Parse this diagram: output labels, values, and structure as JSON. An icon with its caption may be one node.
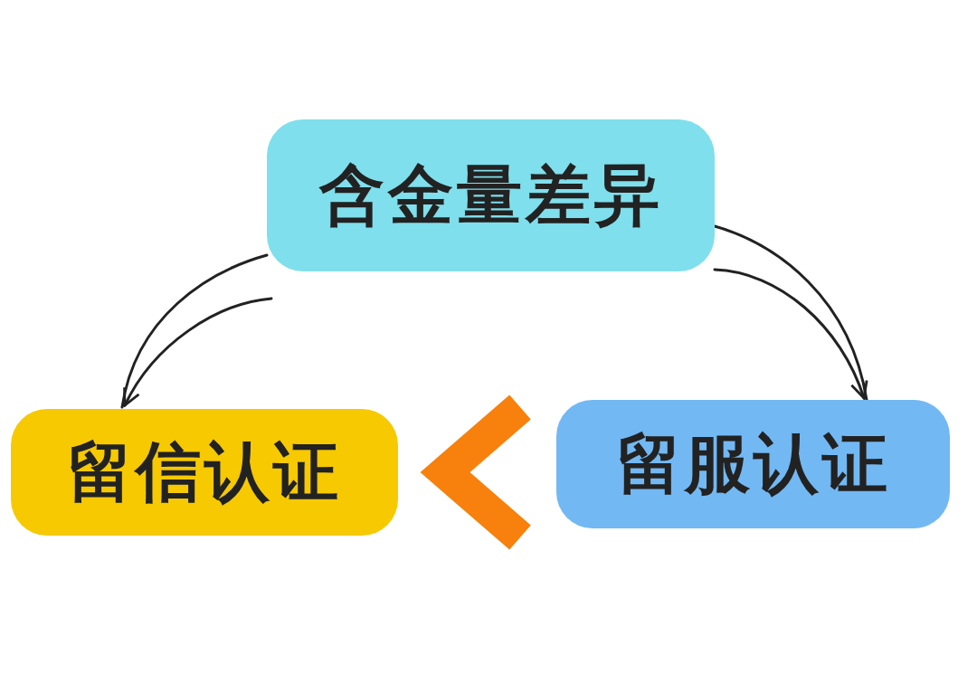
{
  "diagram": {
    "nodes": [
      {
        "text": [
          "含金量差异"
        ]
      },
      {
        "text": [
          "留信认证"
        ]
      },
      {
        "text": [
          "留服认证"
        ]
      }
    ],
    "edges": [
      {
        "from": 0,
        "to": 1,
        "arrow": "to"
      },
      {
        "from": 0,
        "to": 2,
        "arrow": "to"
      },
      {
        "from": 2,
        "to": 1,
        "arrow": "to",
        "style": "thick",
        "color": "#f7810c"
      }
    ]
  }
}
